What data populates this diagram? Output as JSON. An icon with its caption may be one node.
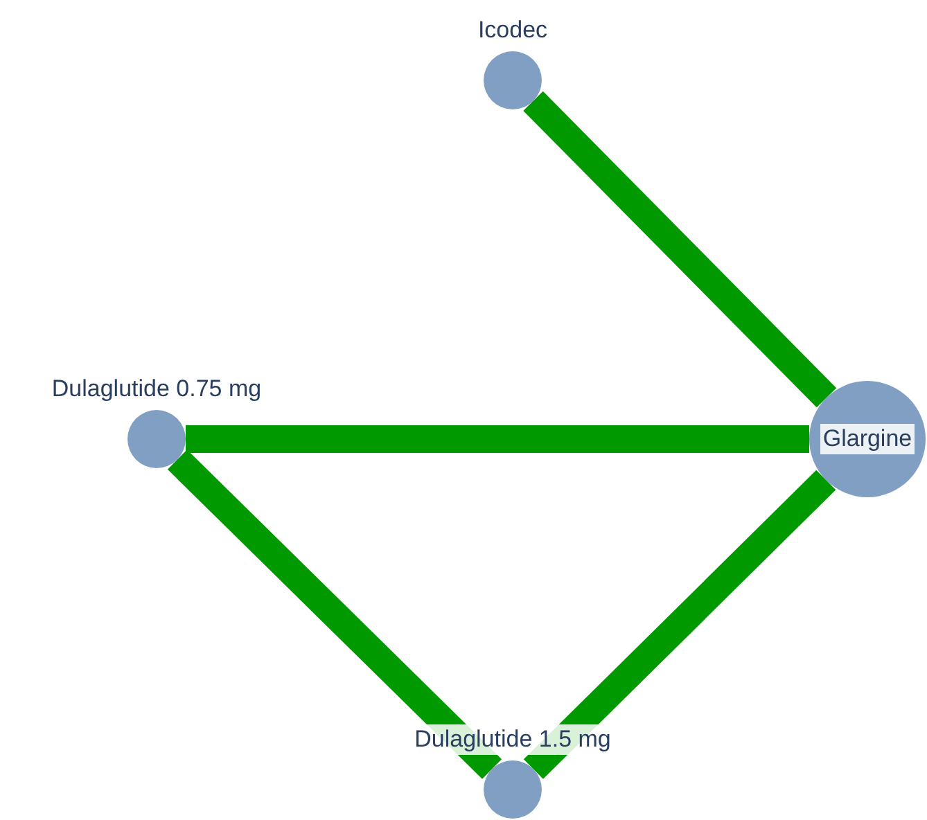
{
  "diagram": {
    "nodes": [
      {
        "text": [
          "Icodec"
        ]
      },
      {
        "text": [
          "Dulaglutide 0.75 mg"
        ]
      },
      {
        "text": [
          "Glargine"
        ]
      },
      {
        "text": [
          "Dulaglutide 1.5 mg"
        ]
      }
    ],
    "edges": [
      {
        "from": 0,
        "to": 2,
        "arrow": "none"
      },
      {
        "from": 1,
        "to": 2,
        "arrow": "none"
      },
      {
        "from": 1,
        "to": 3,
        "arrow": "none"
      },
      {
        "from": 3,
        "to": 2,
        "arrow": "none"
      }
    ]
  }
}
